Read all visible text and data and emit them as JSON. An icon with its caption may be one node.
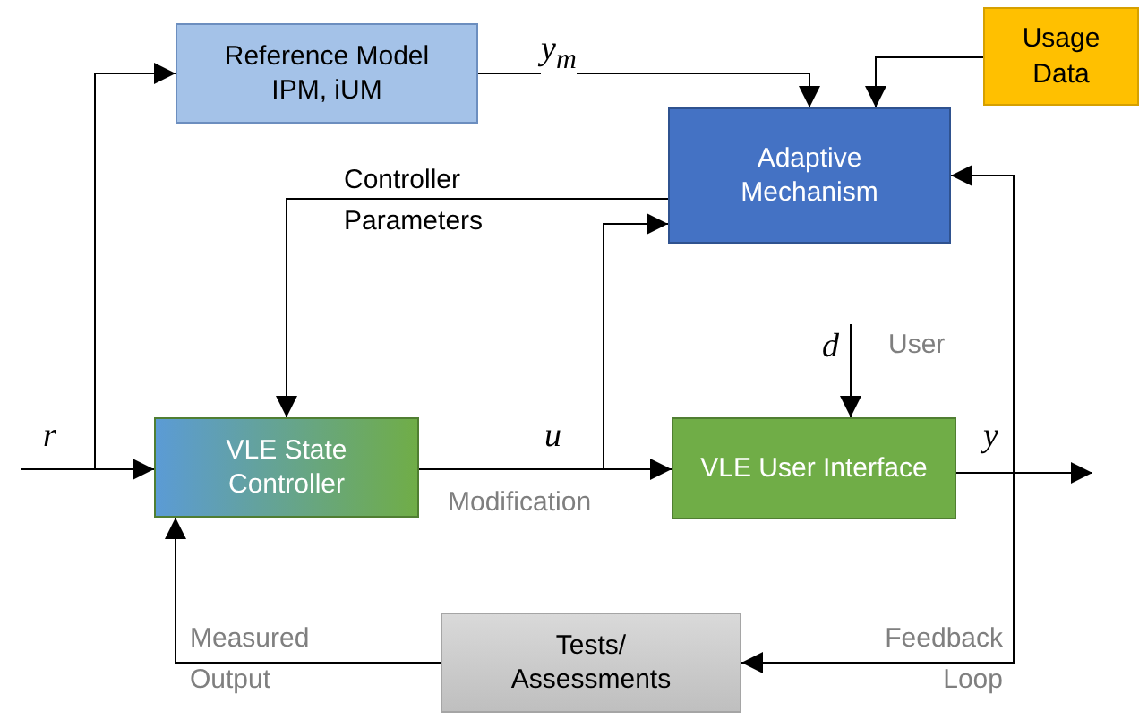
{
  "diagram": {
    "nodes": [
      {
        "text": [
          "Reference Model IPM, iUM"
        ]
      },
      {
        "text": [
          "Usage Data"
        ]
      },
      {
        "text": [
          "Adaptive Mechanism"
        ]
      },
      {
        "text": [
          "VLE State Controller"
        ]
      },
      {
        "text": [
          "VLE User Interface"
        ]
      },
      {
        "text": [
          "Tests/ Assessments"
        ]
      }
    ],
    "edges": [
      {
        "from": null,
        "to": 3,
        "arrow": "to",
        "label": "r"
      },
      {
        "from": null,
        "to": 0,
        "arrow": "to"
      },
      {
        "from": 0,
        "to": 2,
        "arrow": "to",
        "label": "y$_{m}$"
      },
      {
        "from": 1,
        "to": 2,
        "arrow": "to"
      },
      {
        "from": 2,
        "to": 3,
        "arrow": "to",
        "label": "Controller Parameters"
      },
      {
        "from": 3,
        "to": 4,
        "arrow": "to",
        "label": "u"
      },
      {
        "from": 3,
        "to": 2,
        "arrow": "to"
      },
      {
        "from": null,
        "to": 4,
        "arrow": "to",
        "label": "d"
      },
      {
        "from": 4,
        "to": null,
        "arrow": "to",
        "label": "y"
      },
      {
        "from": 4,
        "to": 2,
        "arrow": "to"
      },
      {
        "from": 4,
        "to": 5,
        "arrow": "to",
        "label": "Feedback Loop"
      },
      {
        "from": 5,
        "to": 3,
        "arrow": "to",
        "label": "Measured Output"
      }
    ],
    "labels": [
      "Modification",
      "User"
    ]
  }
}
